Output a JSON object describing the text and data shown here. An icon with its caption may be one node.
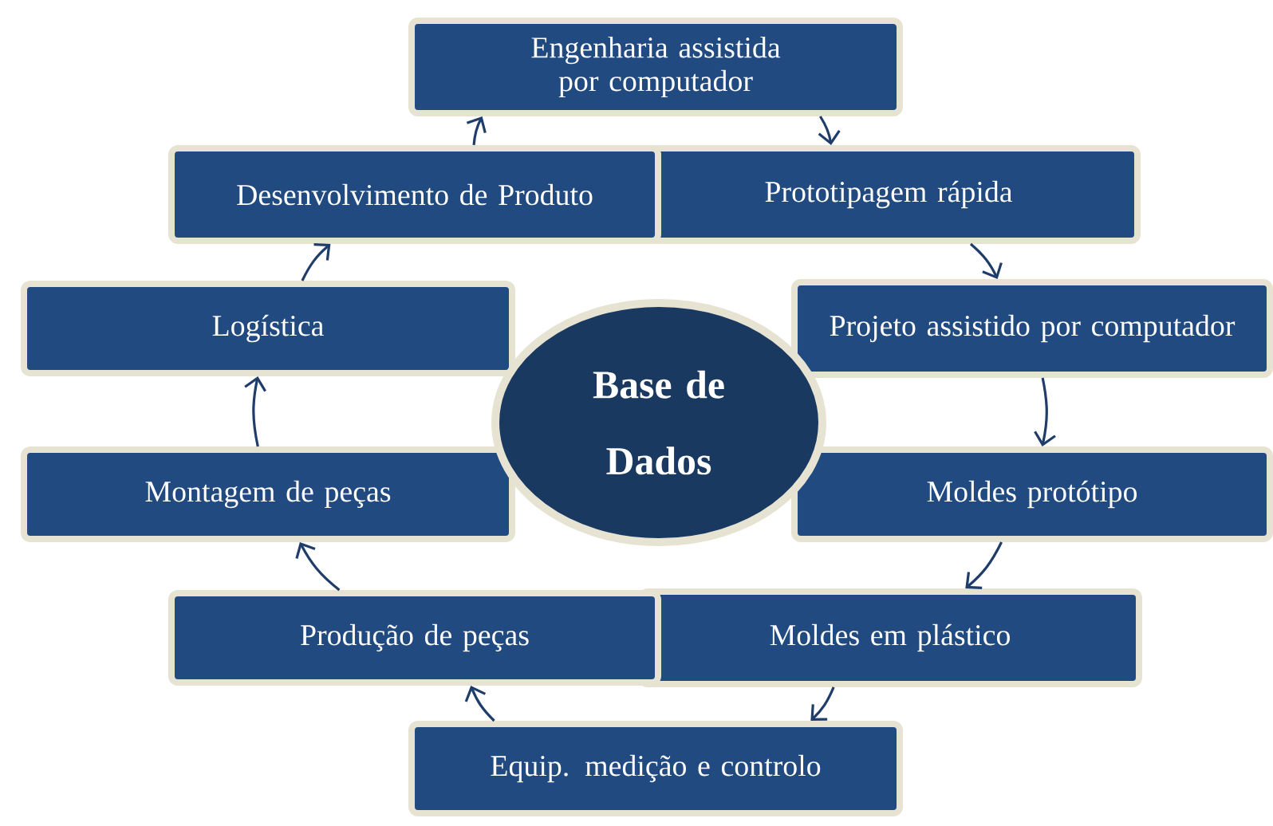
{
  "diagram": {
    "nodes": [
      {
        "text": [
          "Engenharia assistida por computador"
        ]
      },
      {
        "text": [
          "Prototipagem rápida"
        ]
      },
      {
        "text": [
          "Projeto assistido por computador"
        ]
      },
      {
        "text": [
          "Moldes protótipo"
        ]
      },
      {
        "text": [
          "Moldes em plástico"
        ]
      },
      {
        "text": [
          "Equip. medição e controlo"
        ]
      },
      {
        "text": [
          "Produção de peças"
        ]
      },
      {
        "text": [
          "Montagem de peças"
        ]
      },
      {
        "text": [
          "Logística"
        ]
      },
      {
        "text": [
          "Desenvolvimento de Produto"
        ]
      },
      {
        "text": [
          "Base de Dados"
        ]
      }
    ],
    "edges": [
      {
        "from": 9,
        "to": 0,
        "arrow": "to"
      },
      {
        "from": 0,
        "to": 1,
        "arrow": "to"
      },
      {
        "from": 1,
        "to": 2,
        "arrow": "to"
      },
      {
        "from": 2,
        "to": 3,
        "arrow": "to"
      },
      {
        "from": 3,
        "to": 4,
        "arrow": "to"
      },
      {
        "from": 4,
        "to": 5,
        "arrow": "to"
      },
      {
        "from": 5,
        "to": 6,
        "arrow": "to"
      },
      {
        "from": 6,
        "to": 7,
        "arrow": "to"
      },
      {
        "from": 7,
        "to": 8,
        "arrow": "to"
      },
      {
        "from": 8,
        "to": 9,
        "arrow": "to"
      }
    ]
  }
}
